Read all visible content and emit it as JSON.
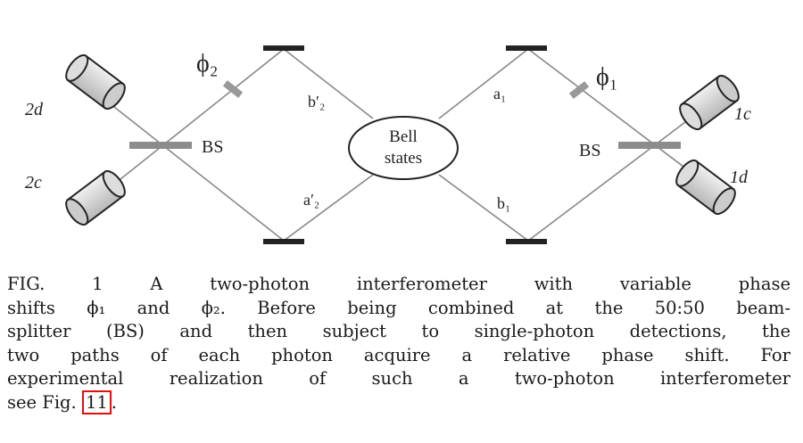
{
  "figure": {
    "labels": {
      "phi2": "ϕ₂",
      "phi1": "ϕ₁",
      "bs_left": "BS",
      "bs_right": "BS",
      "b2p": "b′₂",
      "a2p": "a′₂",
      "a1": "a₁",
      "b1": "b₁",
      "bell_line1": "Bell",
      "bell_line2": "states",
      "det_2d": "2d",
      "det_2c": "2c",
      "det_1c": "1c",
      "det_1d": "1d"
    }
  },
  "caption": {
    "lines": [
      "FIG. 1  A two-photon interferometer with variable phase",
      "shifts ϕ₁ and ϕ₂. Before being combined at the 50:50 beam-",
      "splitter (BS) and then subject to single-photon detections, the",
      "two paths of each photon acquire a relative phase shift. For",
      "experimental realization of such a two-photon interferometer"
    ],
    "last_prefix": "see Fig. ",
    "ref": "11",
    "last_suffix": "."
  }
}
